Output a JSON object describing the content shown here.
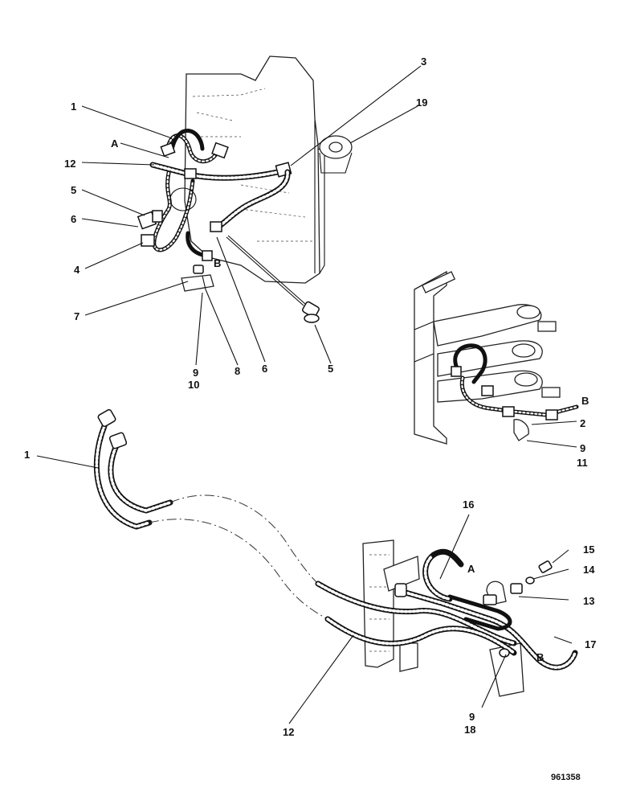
{
  "drawing_number": "961358",
  "callouts": {
    "c1_top": "1",
    "cA_top": "A",
    "c12_top": "12",
    "c5_left": "5",
    "c6_left": "6",
    "c4": "4",
    "c7": "7",
    "c9_top": "9",
    "c10": "10",
    "c8": "8",
    "c6_bottom": "6",
    "c5_bottom": "5",
    "cB_top": "B",
    "c3": "3",
    "c19": "19",
    "cB_right": "B",
    "c2": "2",
    "c9_right": "9",
    "c11": "11",
    "c1_bottom": "1",
    "c16": "16",
    "cA_bottom": "A",
    "c15": "15",
    "c14": "14",
    "c13": "13",
    "c17": "17",
    "cB_bottom": "B",
    "c9_bottom": "9",
    "c18": "18",
    "c12_bottom": "12"
  }
}
